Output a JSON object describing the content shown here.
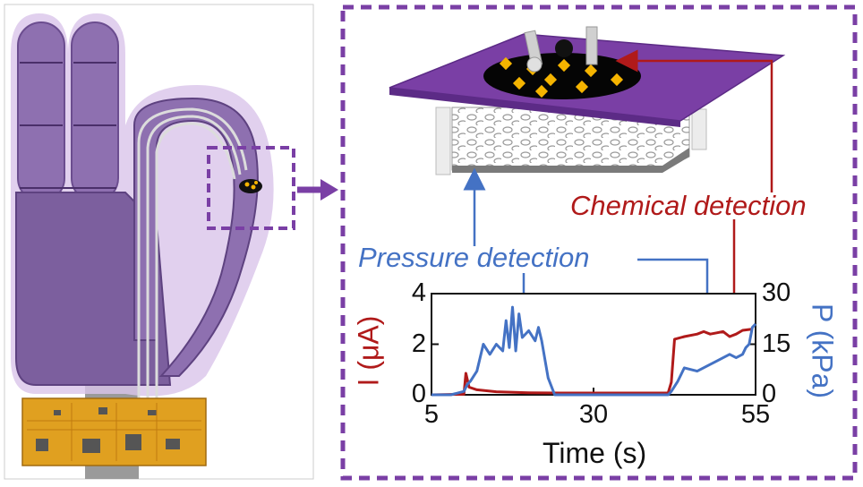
{
  "labels": {
    "chemical": "Chemical detection",
    "pressure": "Pressure detection"
  },
  "colors": {
    "purple": "#7a3fa5",
    "chemical": "#b01a1a",
    "pressure": "#4472c4",
    "gold": "#f5b400"
  },
  "chart_data": {
    "type": "line",
    "xlabel": "Time (s)",
    "ylabel_left": "I (μA)",
    "ylabel_right": "P (kPa)",
    "xlim": [
      5,
      55
    ],
    "ylim_left": [
      0,
      4
    ],
    "ylim_right": [
      0,
      30
    ],
    "x_ticks": [
      "5",
      "30",
      "55"
    ],
    "y_left_ticks": [
      "0",
      "2",
      "4"
    ],
    "y_right_ticks": [
      "0",
      "15",
      "30"
    ],
    "series": [
      {
        "axis": "left",
        "color": "#b01a1a",
        "x": [
          5,
          10,
          10.3,
          10.8,
          12,
          15,
          20,
          25,
          30,
          35,
          41.5,
          42,
          42.5,
          44,
          46,
          47,
          48,
          49,
          50,
          51,
          52,
          53,
          54.5
        ],
        "y": [
          0,
          0.02,
          0.85,
          0.3,
          0.2,
          0.12,
          0.08,
          0.07,
          0.07,
          0.07,
          0.07,
          0.5,
          2.2,
          2.3,
          2.4,
          2.5,
          2.4,
          2.45,
          2.5,
          2.3,
          2.4,
          2.55,
          2.6
        ]
      },
      {
        "axis": "right",
        "color": "#4472c4",
        "x": [
          5,
          8,
          10,
          10.5,
          11,
          12,
          13,
          14,
          15,
          16,
          16.5,
          17,
          17.5,
          18,
          18.5,
          19,
          20,
          21,
          21.5,
          22,
          23,
          24,
          26,
          30,
          35,
          40,
          41.5,
          42,
          43,
          44,
          46,
          48,
          49,
          50,
          51,
          52,
          53,
          53.5,
          54,
          54.5,
          55
        ],
        "y": [
          0,
          0,
          1,
          3,
          4,
          7,
          15,
          12,
          15,
          13,
          22,
          14,
          26,
          13,
          24,
          17,
          19,
          16,
          20,
          16,
          5,
          0,
          0,
          0,
          0,
          0,
          0,
          1,
          4,
          8,
          7,
          9,
          10,
          11,
          12,
          11,
          12,
          14,
          15,
          20,
          21
        ]
      }
    ]
  }
}
